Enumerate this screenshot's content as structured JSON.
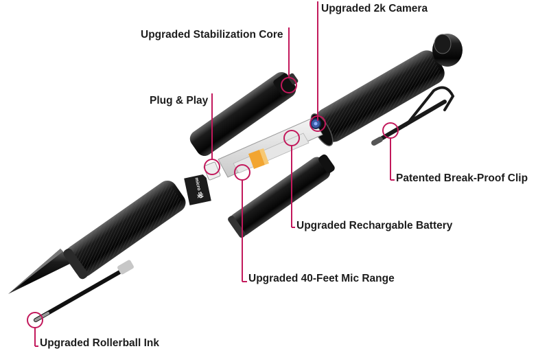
{
  "accent_color": "#c2185b",
  "labels": {
    "camera": "Upgraded 2k Camera",
    "stabilization": "Upgraded Stabilization Core",
    "plug": "Plug & Play",
    "clip": "Patented Break-Proof Clip",
    "battery": "Upgraded Rechargable Battery",
    "mic": "Upgraded 40-Feet Mic Range",
    "ink": "Upgraded Rollerball Ink"
  },
  "card": {
    "brand": "micro SD",
    "type": "XC"
  }
}
